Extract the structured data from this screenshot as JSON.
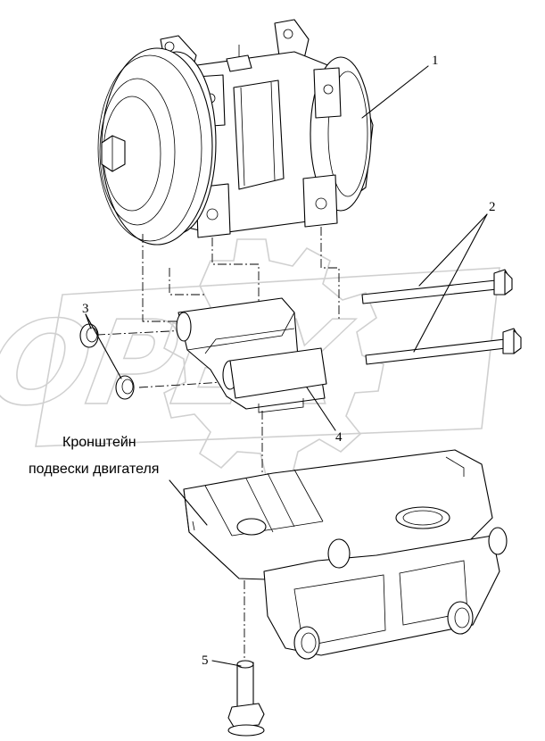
{
  "callouts": {
    "c1": "1",
    "c2": "2",
    "c3": "3",
    "c4": "4",
    "c5": "5"
  },
  "caption": {
    "line1": "Кронштейн",
    "line2": "подвески двигателя"
  },
  "watermark": {
    "text": "OPEX"
  }
}
